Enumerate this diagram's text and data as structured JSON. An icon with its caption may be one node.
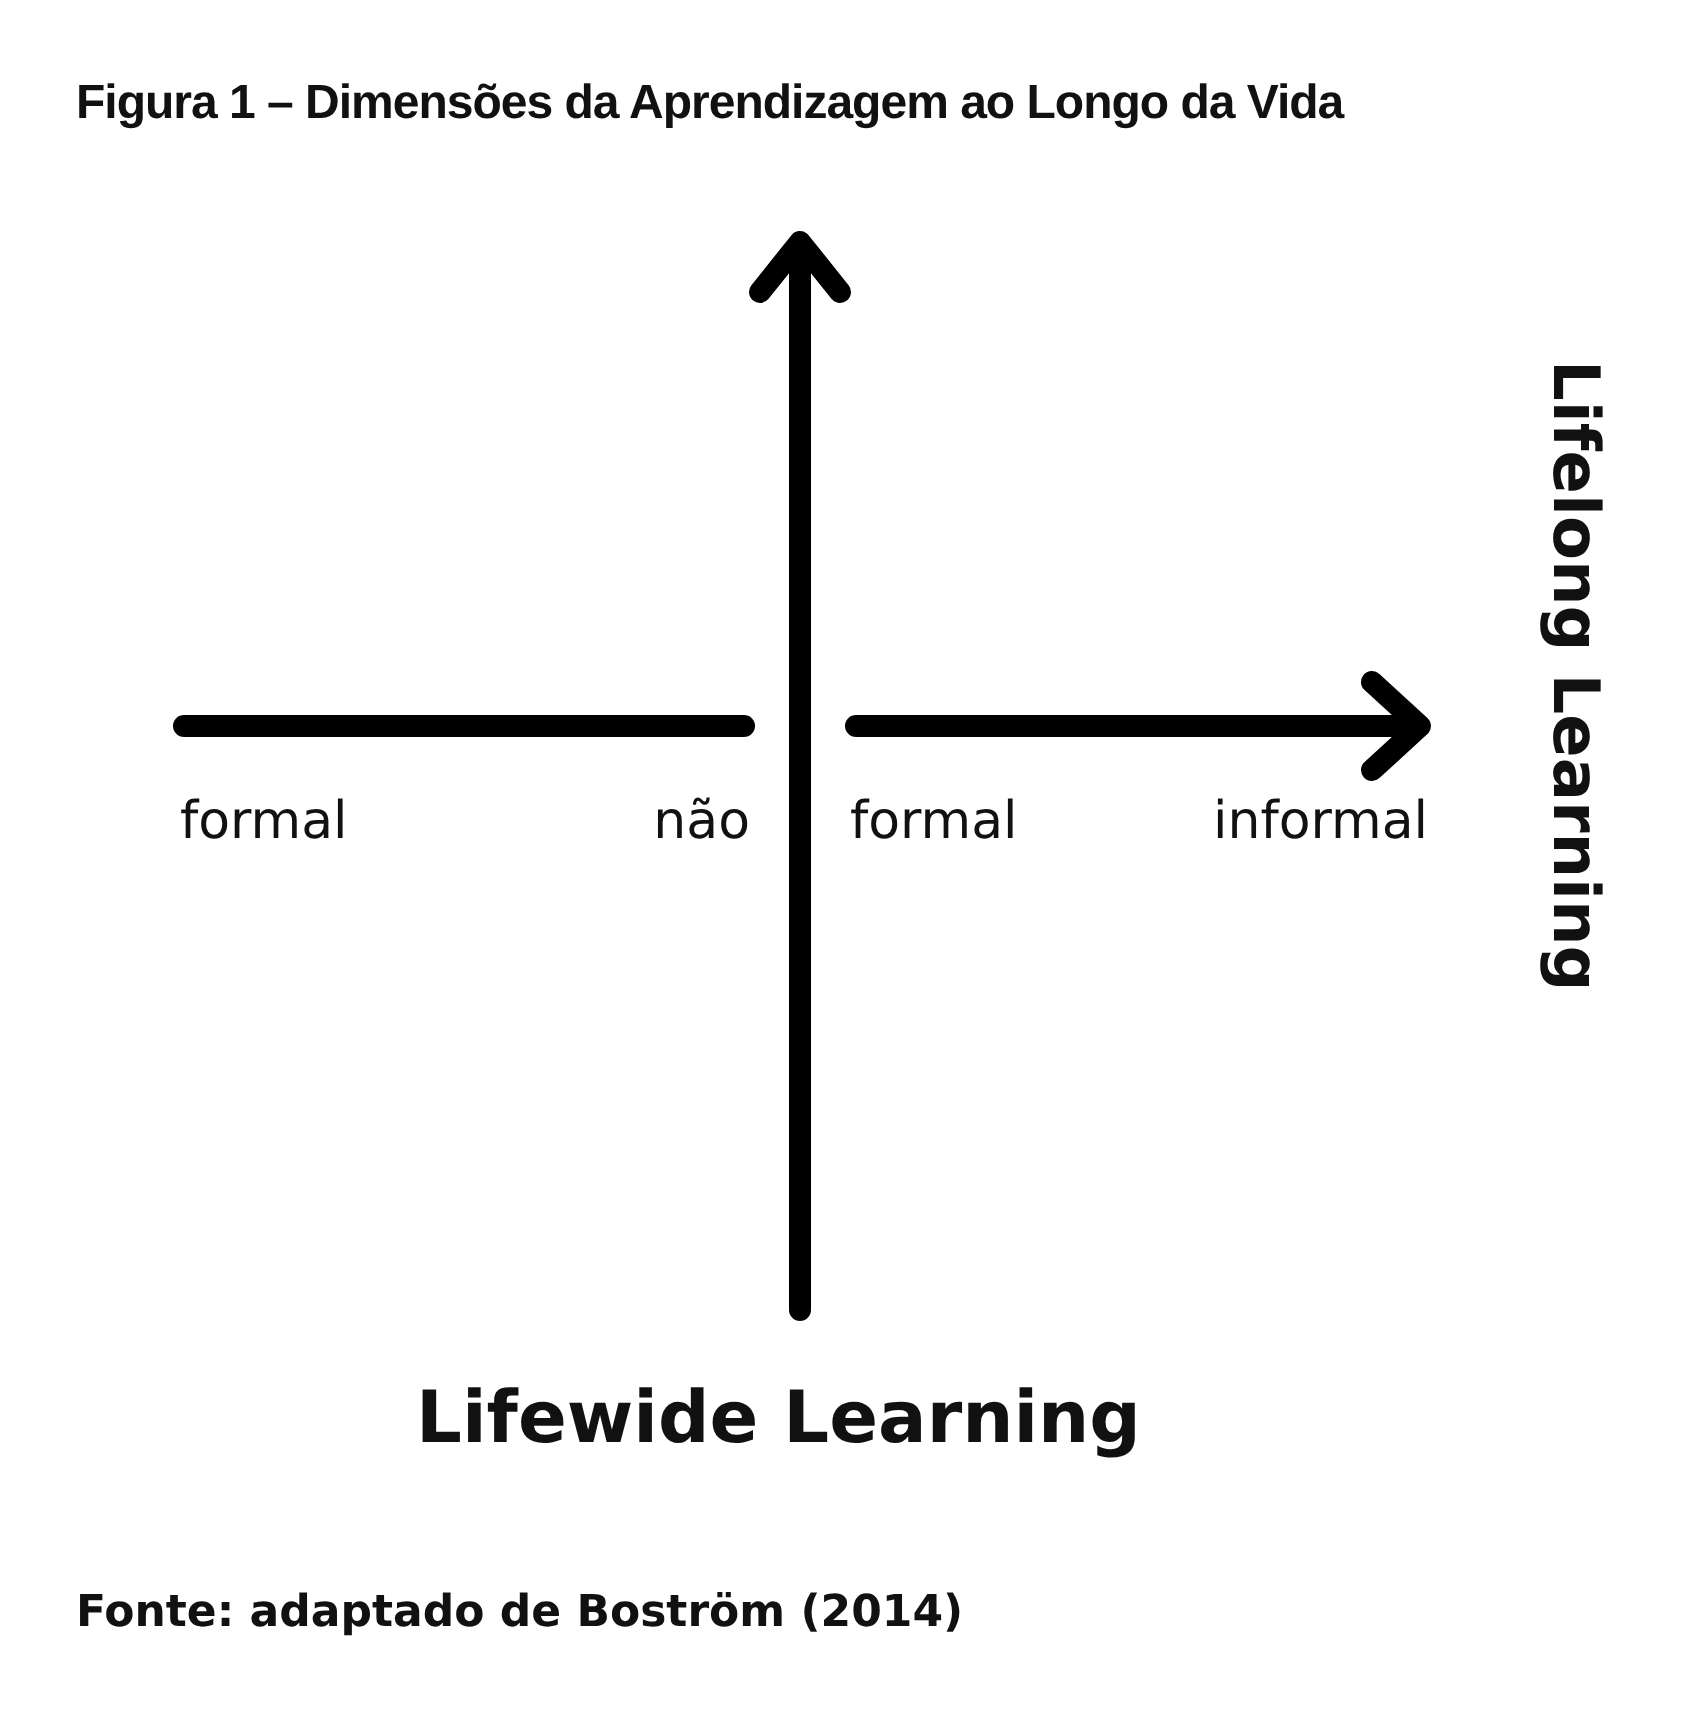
{
  "diagram": {
    "title": "Figura 1 – Dimensões da Aprendizagem ao Longo da Vida",
    "caption": "Fonte: adaptado de Boström (2014)",
    "labels": [
      "Lifelong Learning",
      "formal",
      "não",
      "formal",
      "informal",
      "Lifewide Learning"
    ]
  }
}
